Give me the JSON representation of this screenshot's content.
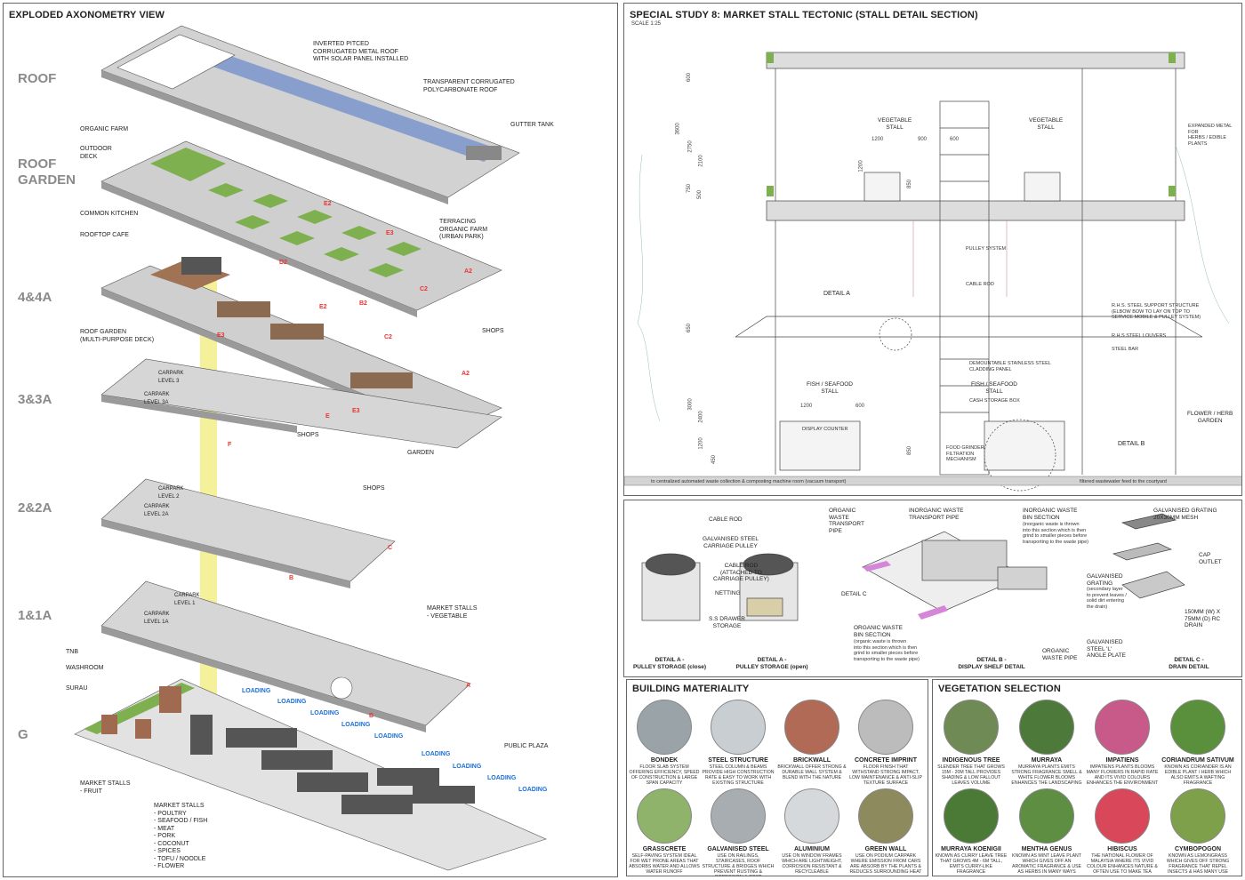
{
  "left": {
    "title": "EXPLODED AXONOMETRY VIEW",
    "levels": [
      "ROOF",
      "ROOF\nGARDEN",
      "4&4A",
      "3&3A",
      "2&2A",
      "1&1A",
      "G"
    ],
    "labels": {
      "inverted_roof": "INVERTED PITCED\nCORRUGATED METAL ROOF\nWITH SOLAR PANEL INSTALLED",
      "transparent_roof": "TRANSPARENT CORRUGATED\nPOLYCARBONATE ROOF",
      "gutter": "GUTTER TANK",
      "organic_farm": "ORGANIC FARM",
      "outdoor_deck": "OUTDOOR\nDECK",
      "common_kitchen": "COMMON KITCHEN",
      "terracing": "TERRACING\nORGANIC FARM\n(URBAN PARK)",
      "rooftop_cafe": "ROOFTOP CAFE",
      "roof_garden": "ROOF GARDEN\n(MULTI-PURPOSE DECK)",
      "shops_4": "SHOPS",
      "shops_3": "SHOPS",
      "garden": "GARDEN",
      "shops_2": "SHOPS",
      "market_veg": "MARKET STALLS\n- VEGETABLE",
      "tnb": "TNB",
      "washroom": "WASHROOM",
      "surau": "SURAU",
      "public_plaza": "PUBLIC PLAZA",
      "market_fruit": "MARKET STALLS\n- FRUIT",
      "market_list": "MARKET STALLS\n- POULTRY\n- SEAFOOD / FISH\n- MEAT\n- PORK\n- COCONUT\n- SPICES\n- TOFU / NOODLE\n- FLOWER",
      "carpark_3": "CARPARK\nLEVEL 3",
      "carpark_3a": "CARPARK\nLEVEL 3A",
      "carpark_2": "CARPARK\nLEVEL 2",
      "carpark_2a": "CARPARK\nLEVEL 2A",
      "carpark_1": "CARPARK\nLEVEL 1",
      "carpark_1a": "CARPARK\nLEVEL 1A"
    },
    "arrows": [
      "E2",
      "E3",
      "D2",
      "A2",
      "C2",
      "B2",
      "E2",
      "E3",
      "C2",
      "A2",
      "E",
      "E3",
      "F",
      "C",
      "B",
      "A",
      "B"
    ],
    "loading": "LOADING"
  },
  "study": {
    "title": "SPECIAL STUDY 8: MARKET STALL TECTONIC (STALL DETAIL SECTION)",
    "scale": "SCALE 1:25",
    "tags": {
      "veg1": "VEGETABLE\nSTALL",
      "veg2": "VEGETABLE\nSTALL",
      "fish1": "FISH / SEAFOOD\nSTALL",
      "fish2": "FISH / SEAFOOD\nSTALL",
      "detail_a": "DETAIL A",
      "detail_b": "DETAIL B",
      "flower": "FLOWER / HERB\nGARDEN",
      "expanded": "EXPANDED METAL FOR\nHERBS / EDIBLE PLANTS",
      "pulley": "PULLEY SYSTEM",
      "cable": "CABLE ROD",
      "rhs": "R.H.S. STEEL SUPPORT STRUCTURE\n(ELBOW BOW TO LAY ON TOP TO\nSERVICE MOBILE & PULLEY SYSTEM)",
      "louvers": "R.H.S STEEL LOUVERS",
      "steel_bar": "STEEL BAR",
      "demount": "DEMOUNTABLE STAINLESS STEEL\nCLADDING PANEL",
      "cash": "CASH STORAGE BOX",
      "food_grinder": "FOOD GRINDER\nFILTRATION\nMECHANISM",
      "display": "DISPLAY COUNTER",
      "waste_note": "to centralized automated waste collection & composting machine room (vacuum transport)",
      "filtered": "filtered wastewater feed to the courtyard"
    },
    "dims_v": [
      "600",
      "3600",
      "2750",
      "2100",
      "750",
      "500",
      "1200",
      "850",
      "3000",
      "2400",
      "650",
      "1200",
      "850",
      "450"
    ],
    "dims_h": [
      "1200",
      "900",
      "600",
      "1200",
      "600"
    ]
  },
  "details": {
    "cable_rod": "CABLE ROD",
    "pulley": "GALVANISED STEEL\nCARRIAGE PULLEY",
    "cable_rod_att": "CABLE ROD\n(attached to\ncarriage pulley)",
    "netting": "NETTING",
    "drawer": "S.S DRAWER\nSTORAGE",
    "cap_a1": "DETAIL A -\nPULLEY STORAGE (close)",
    "cap_a2": "DETAIL A -\nPULLEY STORAGE (open)",
    "org_pipe": "ORGANIC\nWASTE\nTRANSPORT\nPIPE",
    "inorg_pipe": "INORGANIC WASTE\nTRANSPORT PIPE",
    "inorg_bin": "INORGANIC WASTE\nBIN SECTION",
    "inorg_note": "(inorganic waste is thrown\ninto this section which is then\ngrind to smaller pieces before\ntransporting to the waste pipe)",
    "detail_c_lbl": "DETAIL C",
    "org_bin": "ORGANIC WASTE\nBIN SECTION",
    "org_note": "(organic waste is thrown\ninto this section which is then\ngrind to smaller pieces before\ntransporting to the waste pipe)",
    "org_pipe2": "ORGANIC\nWASTE PIPE",
    "cap_b": "DETAIL B -\nDISPLAY SHELF DETAIL",
    "grating": "GALVANISED GRATING\n20x30mm MESH",
    "cap_outlet": "CAP\nOUTLET",
    "grating2": "GALVANISED\nGRATING",
    "grating2_note": "(secondary layer\nto prevent leaves /\nsolid dirt entering\nthe drain)",
    "drain": "150mm (W) x\n75mm (D) RC\nDRAIN",
    "angle": "GALVANISED\nSTEEL 'L'\nANGLE PLATE",
    "cap_c": "DETAIL C -\nDRAIN DETAIL"
  },
  "materiality": {
    "title": "BUILDING MATERIALITY",
    "items": [
      {
        "name": "BONDEK",
        "desc": "FLOOR SLAB SYSTEM OFFERING EFFICIENCY, SPEED OF CONSTRUCTION & LARGE SPAN CAPACITY",
        "color": "#9aa3a8"
      },
      {
        "name": "STEEL STRUCTURE",
        "desc": "STEEL COLUMN & BEAMS PROVIDE HIGH CONSTRUCTION RATE & EASY TO WORK WITH EXISTING STRUCTURE",
        "color": "#c9ced2"
      },
      {
        "name": "BRICKWALL",
        "desc": "BRICKWALL OFFER STRONG & DURABLE WALL SYSTEM & BLEND WITH THE NATURE",
        "color": "#b06a55"
      },
      {
        "name": "CONCRETE IMPRINT",
        "desc": "FLOOR FINISH THAT WITHSTAND STRONG IMPACT, LOW MAINTENANCE & ANTI-SLIP TEXTURE SURFACE",
        "color": "#bcbcbc"
      },
      {
        "name": "GRASSCRETE",
        "desc": "SELF-PAVING SYSTEM IDEAL FOR WET PRONE AREAS THAT ABSORBS WATER AND ALLOWS WATER RUNOFF",
        "color": "#8fb36a"
      },
      {
        "name": "GALVANISED STEEL",
        "desc": "USE ON RAILINGS, STAIRCASES, ROOF STRUCTURE & BRIDGES WHICH PREVENT RUSTING & CORROSION & COST EFFECTIVE",
        "color": "#a8adb1"
      },
      {
        "name": "ALUMINIUM",
        "desc": "USE ON WINDOW FRAMES WHICH ARE LIGHTWEIGHT, CORROSION RESISTANT & RECYCLEABLE",
        "color": "#d6d9dc"
      },
      {
        "name": "GREEN WALL",
        "desc": "USE ON PODIUM CARPARK WHERE EMISSION FROM CARS ARE ABSORB BY THE PLANTS & REDUCES SURROUNDING HEAT",
        "color": "#8d8a5e"
      }
    ]
  },
  "vegetation": {
    "title": "VEGETATION SELECTION",
    "items": [
      {
        "name": "INDIGENOUS TREE",
        "desc": "SLENDER TREE THAT GROWS 15m - 20m TALL PROVIDES SHADING & LOW FALLOUT LEAVES VOLUME",
        "color": "#6f8a55"
      },
      {
        "name": "MURRAYA",
        "desc": "MURRAYA PLANTS EMITS STRONG FRAGRANCE SMELL & WHITE FLOWER BLOOMS ENHANCES THE LANDSCAPING",
        "color": "#4d7a3a"
      },
      {
        "name": "IMPATIENS",
        "desc": "IMPATIENS PLANTS BLOOMS MANY FLOWERS IN RAPID RATE AND ITS VIVID COLOURS ENHANCES THE ENVIRONMENT",
        "color": "#c85a8a"
      },
      {
        "name": "CORIANDRUM SATIVUM",
        "desc": "KNOWN AS CORIANDER IS AN EDIBLE PLANT / HERB WHICH ALSO EMITS A WAFTING FRAGRANCE",
        "color": "#5a8f3c"
      },
      {
        "name": "MURRAYA KOENIGII",
        "desc": "KNOWN AS CURRY LEAVE TREE THAT GROWS 4m - 6m TALL, EMITS CURRY-LIKE FRAGRANCE",
        "color": "#4a7a36"
      },
      {
        "name": "MENTHA GENUS",
        "desc": "KNOWN AS MINT LEAVE PLANT WHICH GIVES OFF AN AROMATIC FRAGRANCE & USE AS HERBS IN MANY WAYS",
        "color": "#5e8e42"
      },
      {
        "name": "HIBISCUS",
        "desc": "THE NATIONAL FLOWER OF MALAYSIA WHERE ITS VIVID COLOUR ENHANCES NATURE & OFTEN USE TO MAKE TEA",
        "color": "#d8485a"
      },
      {
        "name": "CYMBOPOGON",
        "desc": "KNOWN AS LEMONGRASS WHICH GIVES OFF STRONG FRAGRANCE THAT REPEL INSECTS & HAS MANY USE",
        "color": "#7fa04a"
      }
    ]
  },
  "colors": {
    "accent_red": "#e33333",
    "loading_blue": "#1a6fd8",
    "yellow_core": "#f3ef88",
    "roof_blue": "#7f98cc",
    "green": "#7fb04f"
  }
}
